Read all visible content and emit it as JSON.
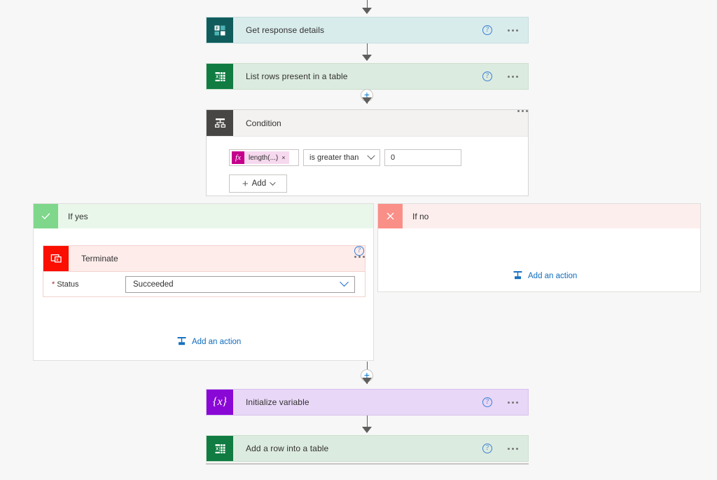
{
  "canvas": {
    "background": "#f7f7f7"
  },
  "flow": {
    "steps": [
      {
        "name": "get-response-details",
        "title": "Get response details",
        "icon": "microsoft-forms-icon",
        "icon_color": "#105c5c",
        "card_color": "#d9ecec",
        "help_label": "?",
        "menu_label": "..."
      },
      {
        "name": "list-rows-present-in-a-table",
        "title": "List rows present in a table",
        "icon": "excel-icon",
        "icon_color": "#107c41",
        "card_color": "#dcebdf",
        "help_label": "?",
        "menu_label": "..."
      },
      {
        "name": "condition",
        "title": "Condition",
        "icon": "condition-control-icon",
        "icon_color": "#484644",
        "card_color": "#f3f2f1",
        "menu_label": "..."
      },
      {
        "name": "initialize-variable",
        "title": "Initialize variable",
        "icon": "variable-icon",
        "icon_color": "#8a08d6",
        "card_color": "#e8d7f7",
        "help_label": "?",
        "menu_label": "..."
      },
      {
        "name": "add-a-row-into-a-table",
        "title": "Add a row into a table",
        "icon": "excel-icon",
        "icon_color": "#107c41",
        "card_color": "#dcebdf",
        "help_label": "?",
        "menu_label": "..."
      }
    ]
  },
  "condition": {
    "expression_token": "length(...)",
    "token_remove_label": "×",
    "fx_label": "fx",
    "operator": "is greater than",
    "value": "0",
    "add_button_label": "Add"
  },
  "branches": {
    "yes": {
      "label": "If yes",
      "icon": "checkmark-icon",
      "header_color": "#e9f7ea",
      "icon_color": "#7ed78b",
      "action": {
        "title": "Terminate",
        "icon": "terminate-icon",
        "icon_color": "#fa0f00",
        "card_color": "#fdecea",
        "help_label": "?",
        "menu_label": "...",
        "field_label": "Status",
        "field_required_marker": "*",
        "field_value": "Succeeded"
      },
      "add_action_label": "Add an action"
    },
    "no": {
      "label": "If no",
      "icon": "close-x-icon",
      "header_color": "#fdeeee",
      "icon_color": "#f98f87",
      "add_action_label": "Add an action"
    }
  },
  "connectors": {
    "plus_label": "+"
  }
}
